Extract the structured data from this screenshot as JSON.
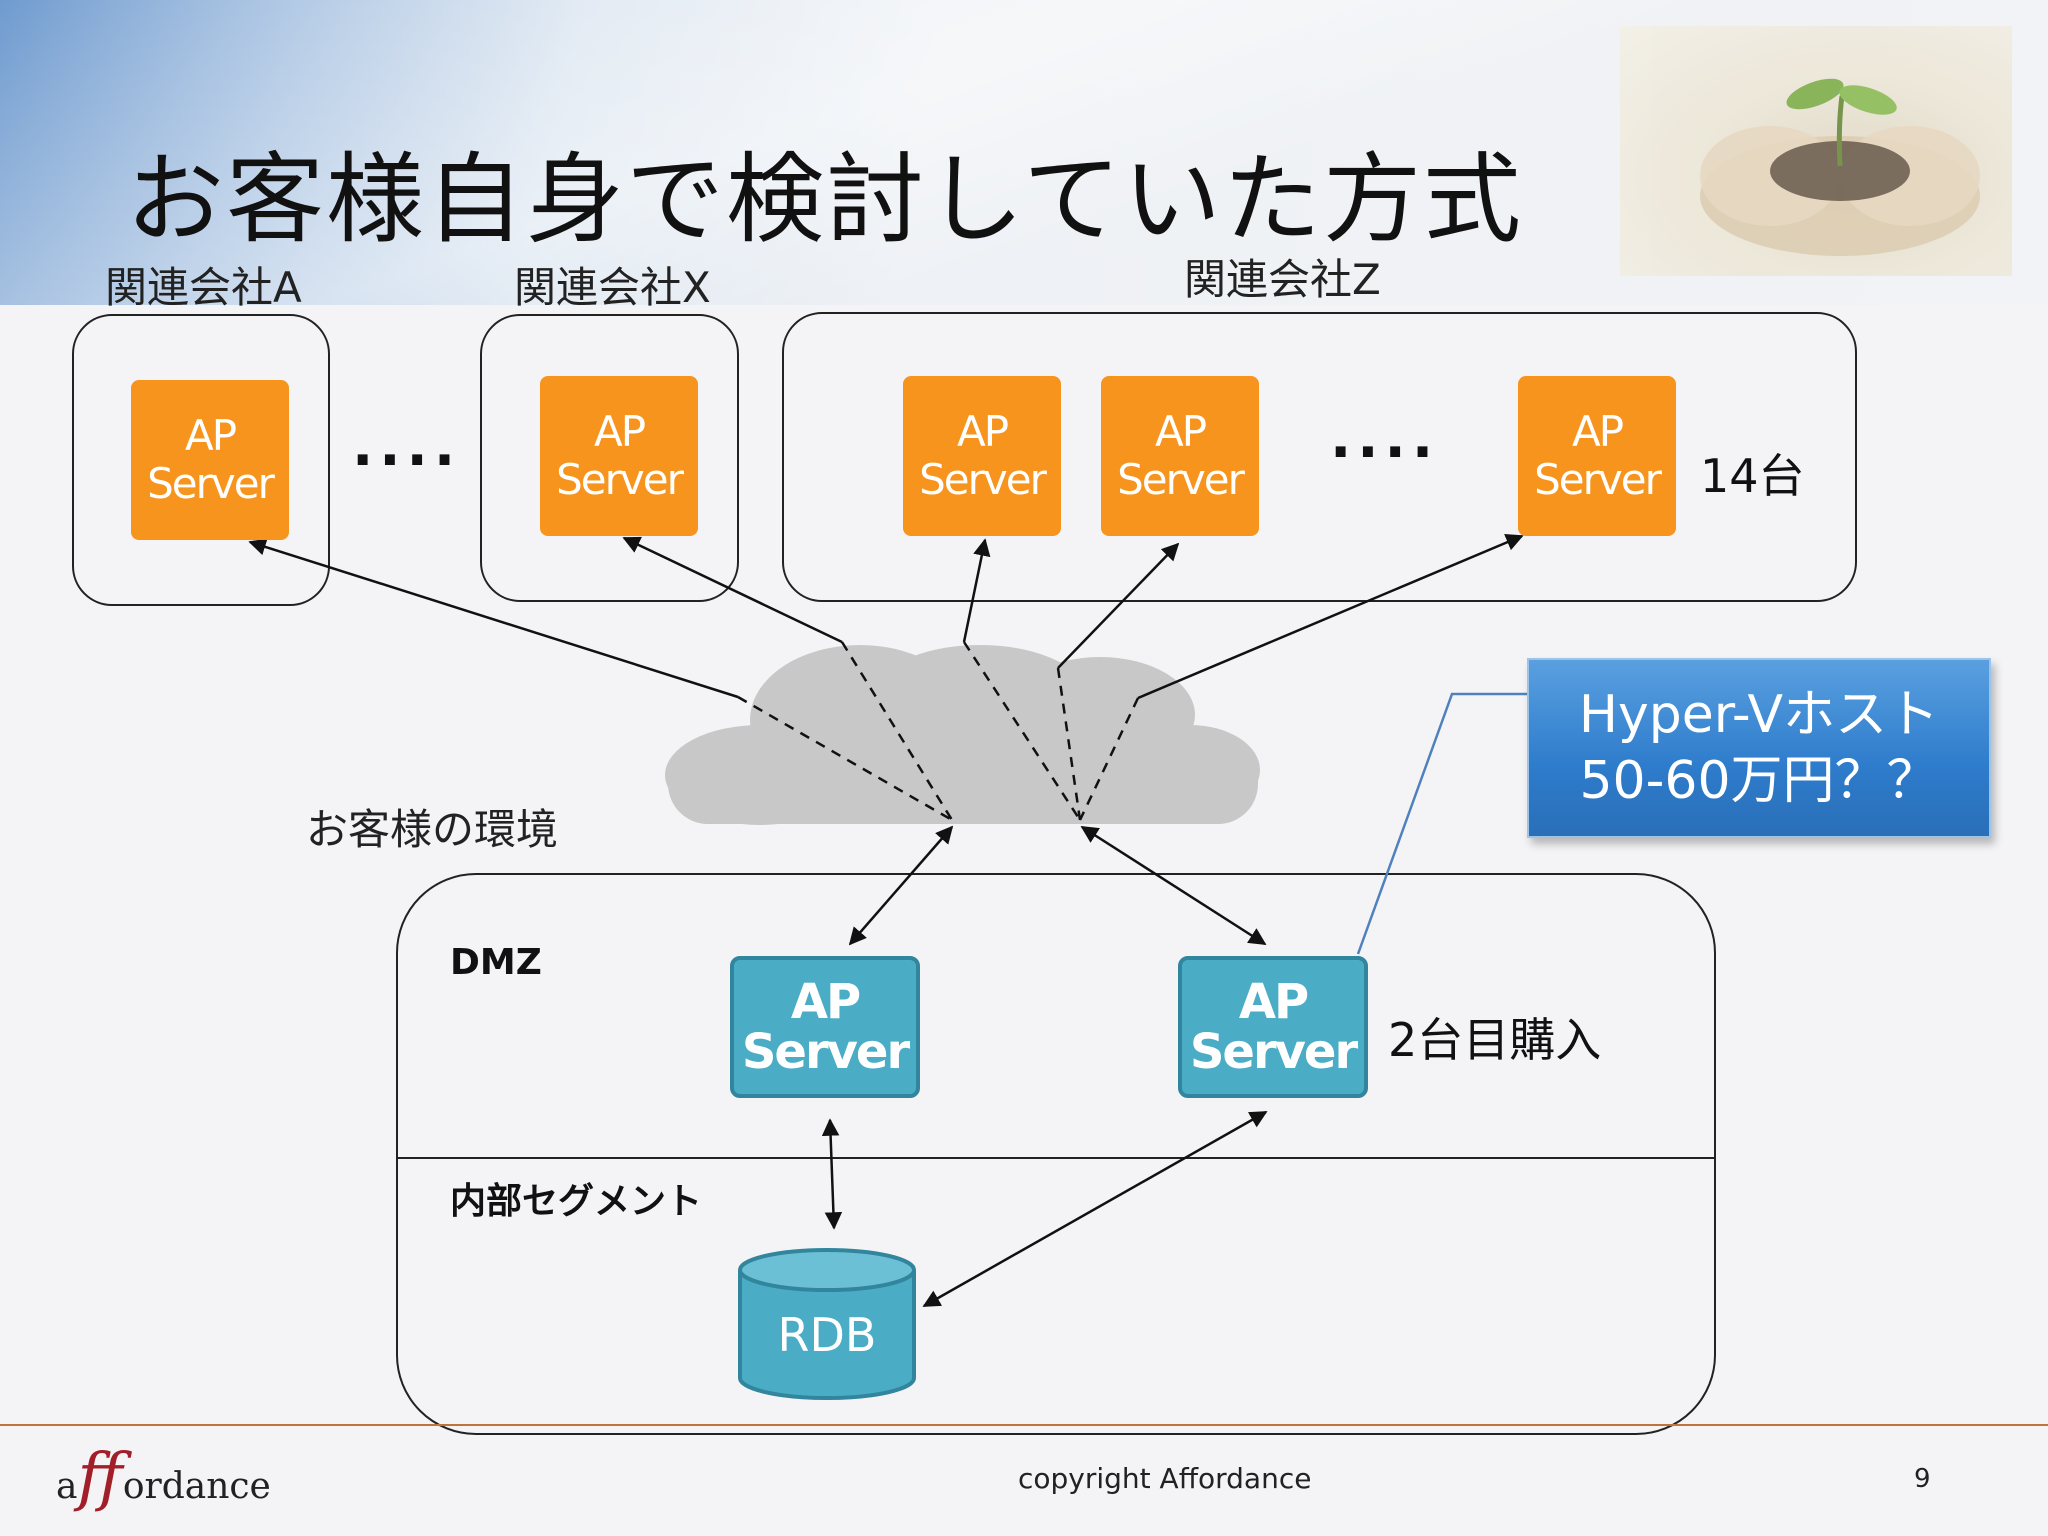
{
  "title": "お客様自身で検討していた方式",
  "groups": [
    {
      "id": "a",
      "label": "関連会社A"
    },
    {
      "id": "x",
      "label": "関連会社X"
    },
    {
      "id": "z",
      "label": "関連会社Z"
    }
  ],
  "ap_line1": "AP",
  "ap_line2": "Server",
  "ellipsis": "....",
  "z_count": "14台",
  "environment_label": "お客様の環境",
  "dmz_label": "DMZ",
  "internal_label": "内部セグメント",
  "second_unit_note": "2台目購入",
  "rdb_label": "RDB",
  "callout": {
    "line1": "Hyper-Vホスト",
    "line2": "50-60万円？？"
  },
  "footer": {
    "logo_a": "a",
    "logo_ff": "ff",
    "logo_rest": "ordance",
    "copyright": "copyright Affordance",
    "page_number": "9"
  },
  "colors": {
    "ap_orange": "#f7941d",
    "ap_teal": "#4bacc6",
    "cloud": "#c8c8c8",
    "callout_blue": "#2e7ccc"
  }
}
